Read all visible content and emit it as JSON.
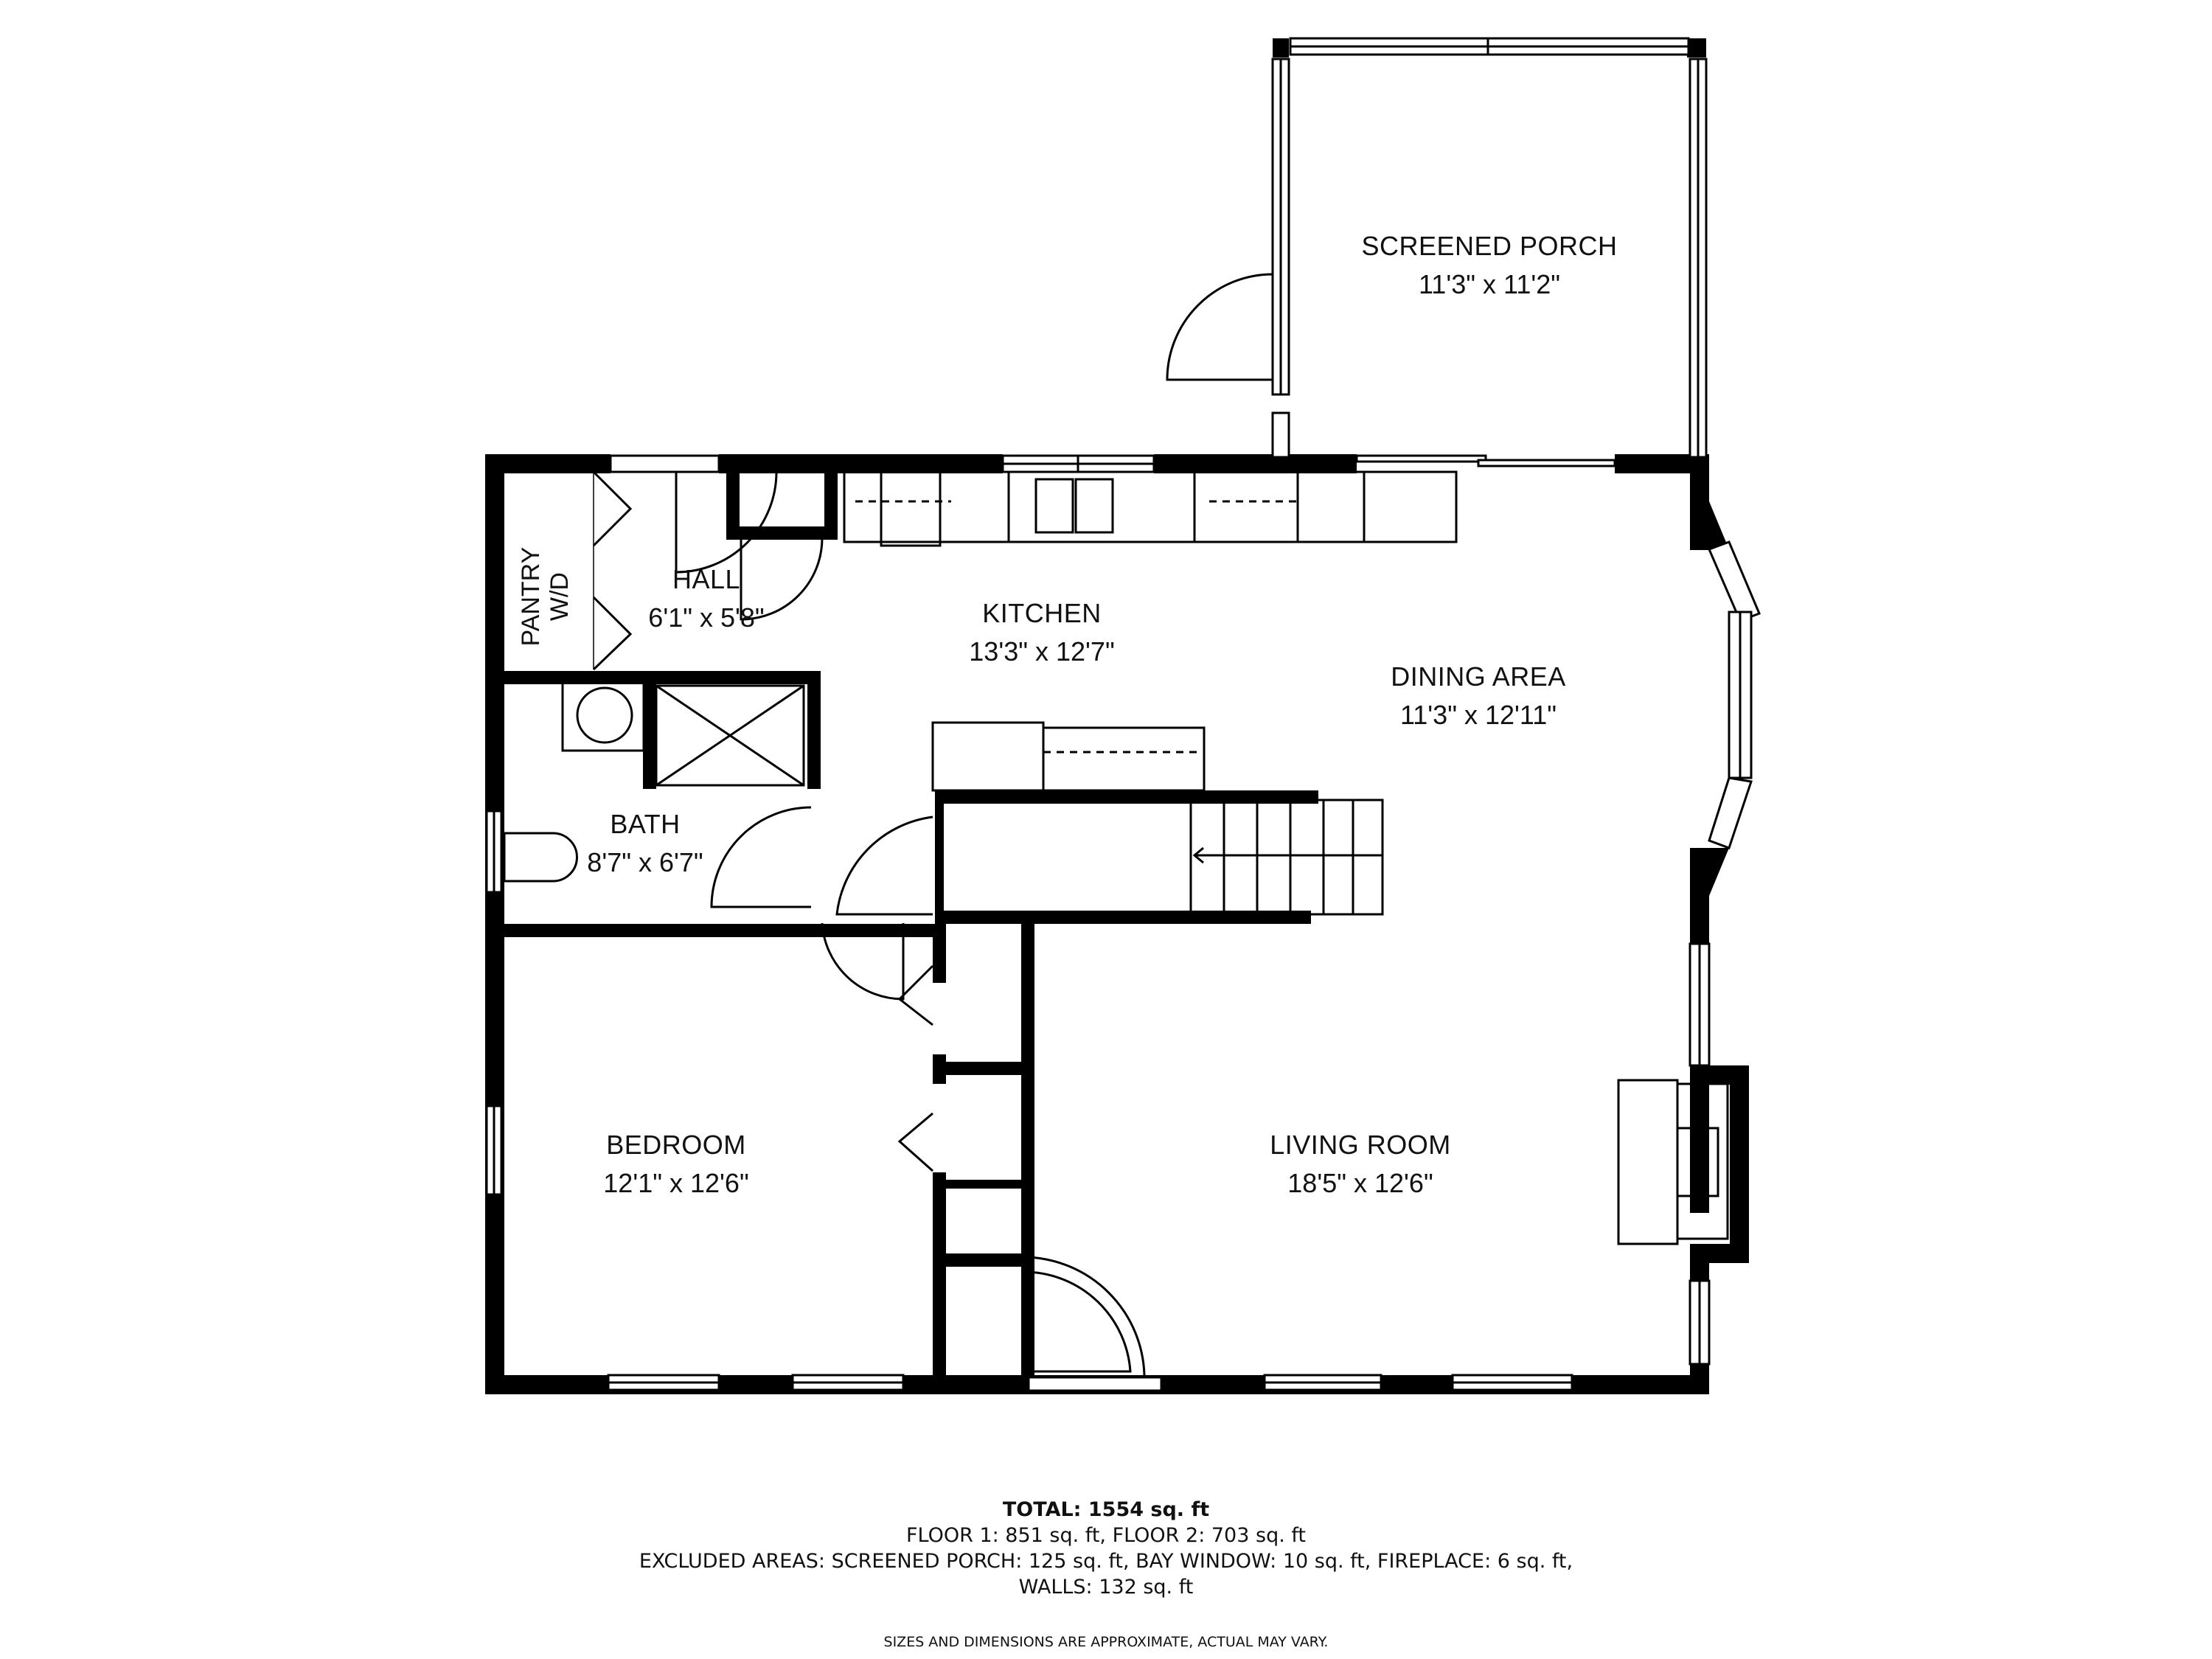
{
  "plan": {
    "wall_color": "#000000",
    "background_color": "#ffffff",
    "rooms": [
      {
        "id": "screened-porch",
        "name": "SCREENED PORCH",
        "dims": "11'3\" x 11'2\""
      },
      {
        "id": "hall",
        "name": "HALL",
        "dims": "6'1\" x 5'8\""
      },
      {
        "id": "kitchen",
        "name": "KITCHEN",
        "dims": "13'3\" x 12'7\""
      },
      {
        "id": "dining-area",
        "name": "DINING AREA",
        "dims": "11'3\" x 12'11\""
      },
      {
        "id": "bath",
        "name": "BATH",
        "dims": "8'7\" x 6'7\""
      },
      {
        "id": "bedroom",
        "name": "BEDROOM",
        "dims": "12'1\" x 12'6\""
      },
      {
        "id": "living-room",
        "name": "LIVING ROOM",
        "dims": "18'5\" x 12'6\""
      }
    ],
    "pantry": {
      "line1": "PANTRY",
      "line2": "W/D"
    }
  },
  "summary": {
    "total": "TOTAL: 1554 sq. ft",
    "floors": "FLOOR 1: 851 sq. ft, FLOOR 2: 703 sq. ft",
    "excluded": "EXCLUDED AREAS: SCREENED PORCH: 125 sq. ft, BAY WINDOW: 10 sq. ft, FIREPLACE: 6 sq. ft,",
    "walls": "WALLS: 132 sq. ft",
    "disclaimer": "SIZES AND DIMENSIONS ARE APPROXIMATE, ACTUAL MAY VARY."
  }
}
